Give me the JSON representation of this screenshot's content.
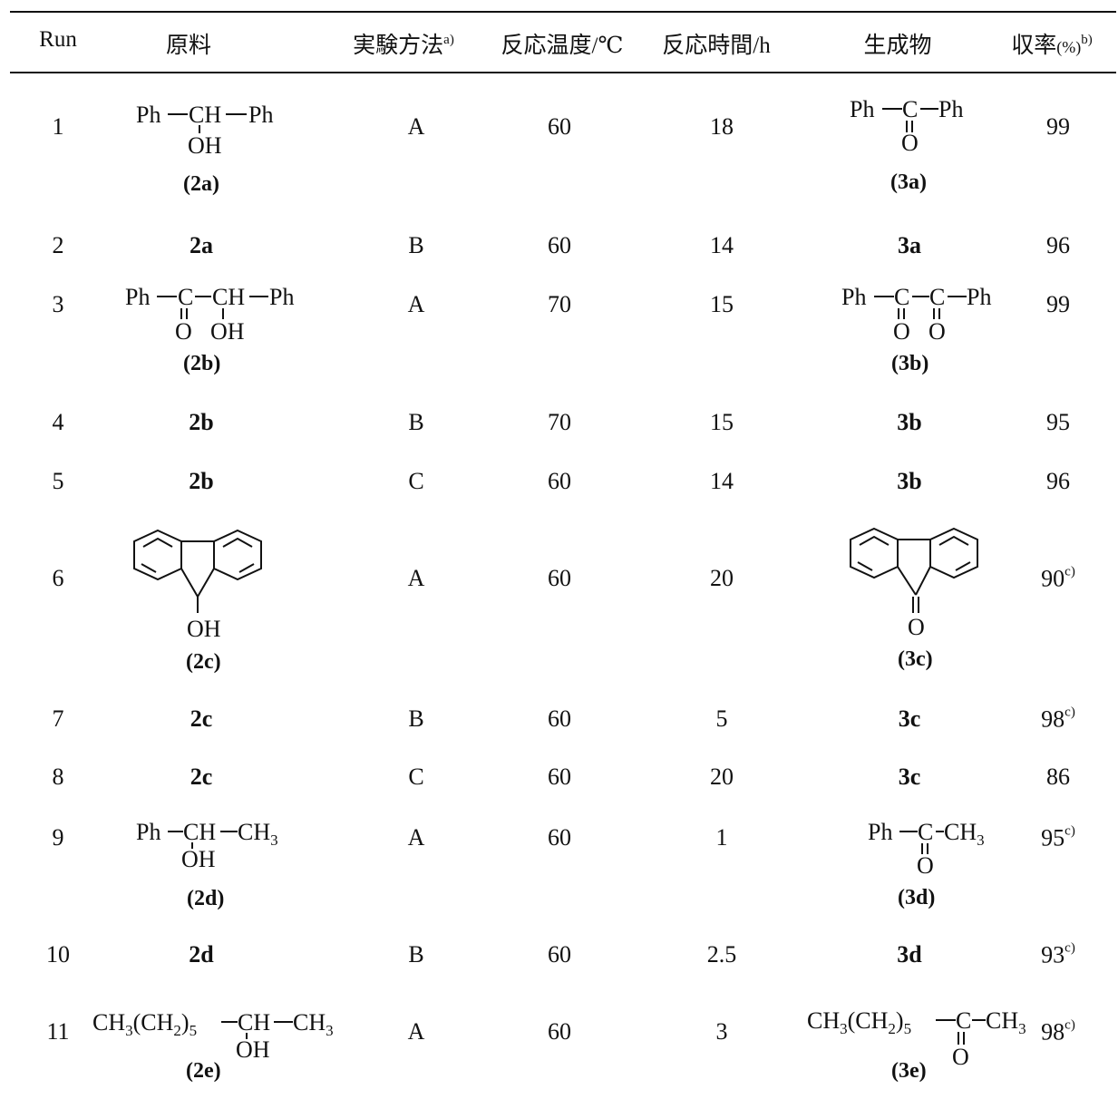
{
  "header": {
    "run": "Run",
    "material": "原料",
    "method": "実験方法",
    "method_note": "a)",
    "temperature": "反応温度/℃",
    "time": "反応時間/h",
    "product": "生成物",
    "yield": "収率",
    "yield_unit": "(%)",
    "yield_note": "b)"
  },
  "labels": {
    "2a": "(2a)",
    "3a": "(3a)",
    "2b": "(2b)",
    "3b": "(3b)",
    "2c": "(2c)",
    "3c": "(3c)",
    "2d": "(2d)",
    "3d": "(3d)",
    "2e": "(2e)",
    "3e": "(3e)"
  },
  "chem": {
    "Ph": "Ph",
    "CH": "CH",
    "C": "C",
    "O": "O",
    "OH": "OH",
    "CH3": "CH",
    "sub3": "3",
    "chain_a": "CH",
    "chain_b": "(CH",
    "chain_c": ")",
    "sub2": "2",
    "sub5": "5"
  },
  "rows": [
    {
      "run": "1",
      "material": "",
      "method": "A",
      "temp": "60",
      "time": "18",
      "product": "",
      "yield": "99",
      "note": ""
    },
    {
      "run": "2",
      "material": "2a",
      "method": "B",
      "temp": "60",
      "time": "14",
      "product": "3a",
      "yield": "96",
      "note": ""
    },
    {
      "run": "3",
      "material": "",
      "method": "A",
      "temp": "70",
      "time": "15",
      "product": "",
      "yield": "99",
      "note": ""
    },
    {
      "run": "4",
      "material": "2b",
      "method": "B",
      "temp": "70",
      "time": "15",
      "product": "3b",
      "yield": "95",
      "note": ""
    },
    {
      "run": "5",
      "material": "2b",
      "method": "C",
      "temp": "60",
      "time": "14",
      "product": "3b",
      "yield": "96",
      "note": ""
    },
    {
      "run": "6",
      "material": "",
      "method": "A",
      "temp": "60",
      "time": "20",
      "product": "",
      "yield": "90",
      "note": "c)"
    },
    {
      "run": "7",
      "material": "2c",
      "method": "B",
      "temp": "60",
      "time": "5",
      "product": "3c",
      "yield": "98",
      "note": "c)"
    },
    {
      "run": "8",
      "material": "2c",
      "method": "C",
      "temp": "60",
      "time": "20",
      "product": "3c",
      "yield": "86",
      "note": ""
    },
    {
      "run": "9",
      "material": "",
      "method": "A",
      "temp": "60",
      "time": "1",
      "product": "",
      "yield": "95",
      "note": "c)"
    },
    {
      "run": "10",
      "material": "2d",
      "method": "B",
      "temp": "60",
      "time": "2.5",
      "product": "3d",
      "yield": "93",
      "note": "c)"
    },
    {
      "run": "11",
      "material": "",
      "method": "A",
      "temp": "60",
      "time": "3",
      "product": "",
      "yield": "98",
      "note": "c)"
    }
  ]
}
